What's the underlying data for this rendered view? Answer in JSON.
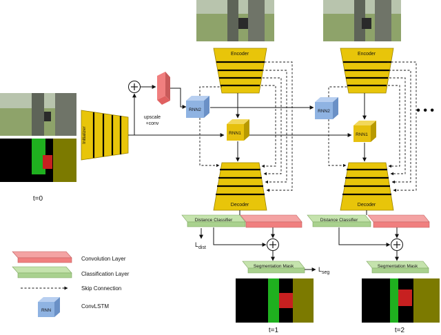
{
  "colors": {
    "encoder": "#e8c50a",
    "encoder_stroke": "#9a8200",
    "rnn_yellow": "#e6c00d",
    "rnn_blue": "#8fb3e2",
    "conv_red": "#f07f7f",
    "class_green": "#a9d18e",
    "mask_green": "#1fb01f",
    "mask_red": "#c72020",
    "mask_olive": "#7c7a00",
    "photo_tree": "#5e6458",
    "photo_grass": "#8ea36a",
    "arrow": "#111111"
  },
  "labels": {
    "initializer": "Initializer",
    "upscale_conv": "upscale\n+conv",
    "rnn1": "RNN1",
    "rnn2": "RNN2",
    "encoder": "Encoder",
    "decoder": "Decoder",
    "distance_classifier": "Distance Classifier",
    "segmentation_mask": "Segmentation Mask",
    "l_dist_main": "L",
    "l_dist_sub": "dist",
    "l_seg_main": "L",
    "l_seg_sub": "seg",
    "t0": "t=0",
    "t1": "t=1",
    "t2": "t=2",
    "ellipsis": "• • •",
    "plus": "+"
  },
  "legend": {
    "items": [
      {
        "kind": "conv",
        "label": "Convolution Layer"
      },
      {
        "kind": "class",
        "label": "Classification Layer"
      },
      {
        "kind": "skip",
        "label": "Skip Connection"
      },
      {
        "kind": "rnn",
        "label": "ConvLSTM",
        "box_label": "RNN"
      }
    ]
  }
}
